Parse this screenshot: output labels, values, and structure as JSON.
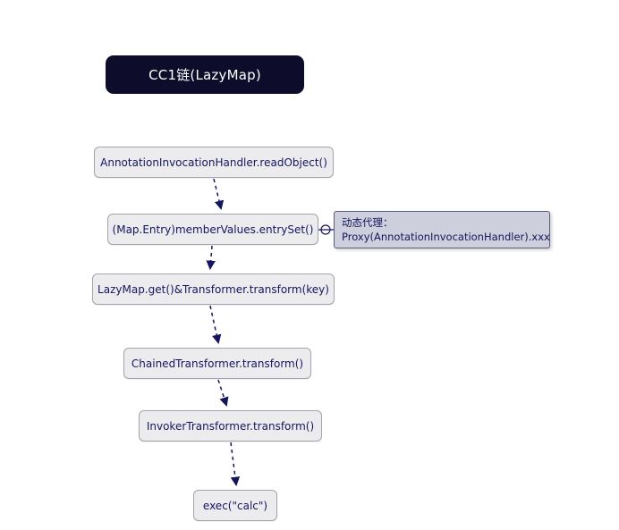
{
  "diagram": {
    "title": "CC1链(LazyMap)",
    "nodes": [
      {
        "id": "readObject",
        "label": "AnnotationInvocationHandler.readObject()"
      },
      {
        "id": "entrySet",
        "label": "(Map.Entry)memberValues.entrySet()"
      },
      {
        "id": "lazymapGet",
        "label": "LazyMap.get()&Transformer.transform(key)"
      },
      {
        "id": "chained",
        "label": "ChainedTransformer.transform()"
      },
      {
        "id": "invoker",
        "label": "InvokerTransformer.transform()"
      },
      {
        "id": "exec",
        "label": "exec(\"calc\")"
      }
    ],
    "note": {
      "line1": "动态代理：",
      "line2": "Proxy(AnnotationInvocationHandler).xxx"
    },
    "colors": {
      "title_bg": "#0d0d2b",
      "title_text": "#ffffff",
      "node_bg": "#ececee",
      "node_border": "#a3a3ab",
      "node_text": "#15155e",
      "note_bg": "#cdd0dc",
      "note_border": "#5c5c7d",
      "arrow": "#15155e",
      "background": "#ffffff"
    }
  }
}
